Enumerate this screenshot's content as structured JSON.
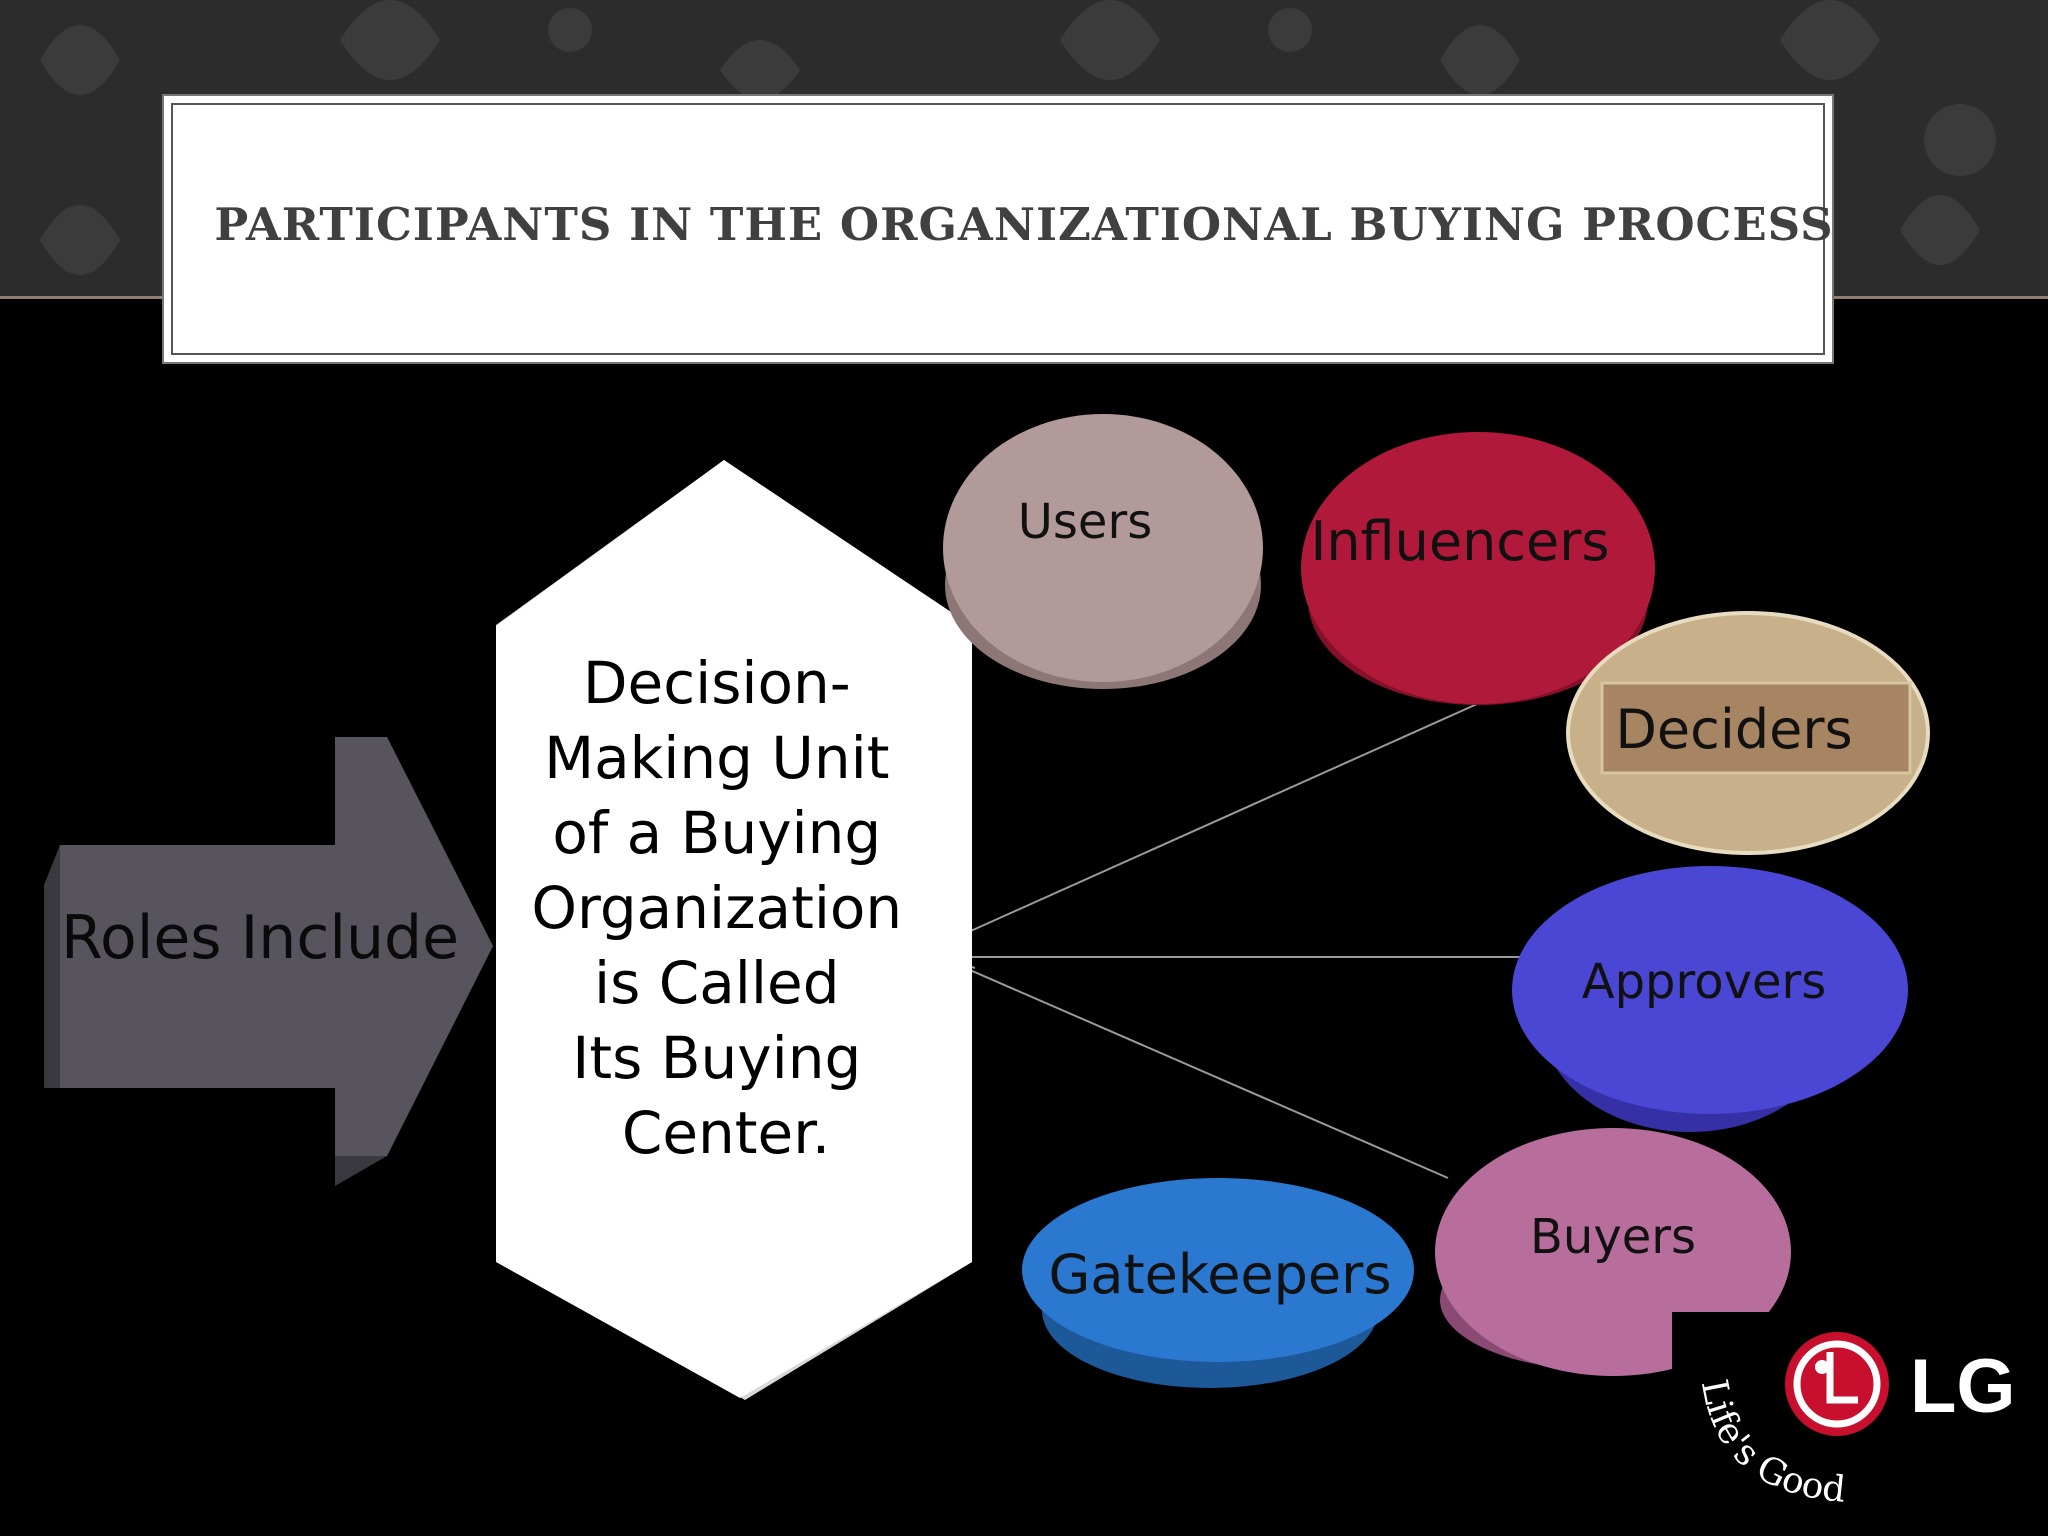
{
  "title": "PARTICIPANTS IN THE ORGANIZATIONAL BUYING PROCESS",
  "arrow_label": "Roles Include",
  "center_lines": [
    "Decision-",
    "Making Unit",
    "of a Buying",
    "Organization",
    "is Called",
    "Its Buying",
    "Center."
  ],
  "roles": [
    {
      "label": "Users",
      "color": "#b39a9a"
    },
    {
      "label": "Influencers",
      "color": "#b0193a"
    },
    {
      "label": "Deciders",
      "color": "#a88562"
    },
    {
      "label": "Approvers",
      "color": "#4a47d4"
    },
    {
      "label": "Buyers",
      "color": "#b86e9c"
    },
    {
      "label": "Gatekeepers",
      "color": "#2a78d0"
    }
  ],
  "logo": {
    "brand": "LG",
    "tagline": "Life's Good",
    "colors": {
      "logo_red": "#c8102e",
      "text": "#ffffff"
    }
  },
  "colors": {
    "background": "#000000",
    "arrow": "#57545e",
    "hexagon": "#ffffff",
    "title_text": "#404040"
  }
}
